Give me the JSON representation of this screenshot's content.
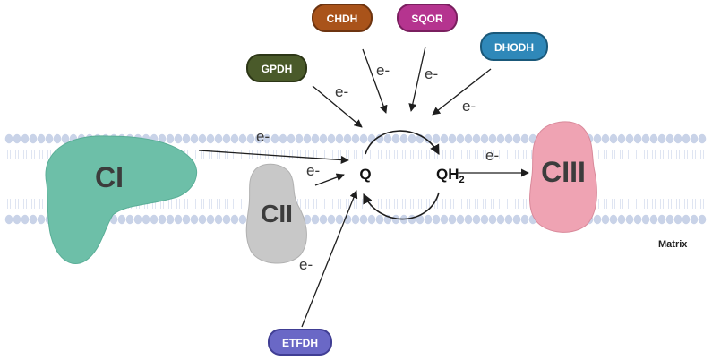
{
  "complexes": {
    "ci": "CI",
    "cii": "CII",
    "ciii": "CIII"
  },
  "quinone": {
    "q": "Q",
    "qh2_base": "QH",
    "qh2_sub": "2"
  },
  "electron_label": "e-",
  "side_label": "Matrix",
  "enzymes": {
    "gpdh": "GPDH",
    "chdh": "CHDH",
    "sqor": "SQOR",
    "dhodh": "DHODH",
    "etfdh": "ETFDH"
  },
  "colors": {
    "ci": "#6dbfa8",
    "cii": "#c8c8c8",
    "ciii": "#efa3b3",
    "gpdh": "#4a5a2a",
    "chdh": "#a9531a",
    "sqor": "#b5348f",
    "dhodh": "#2f88b9",
    "etfdh": "#6a68c6",
    "membrane_head": "#c9d3e8",
    "membrane_tail": "#dfe5f2"
  }
}
